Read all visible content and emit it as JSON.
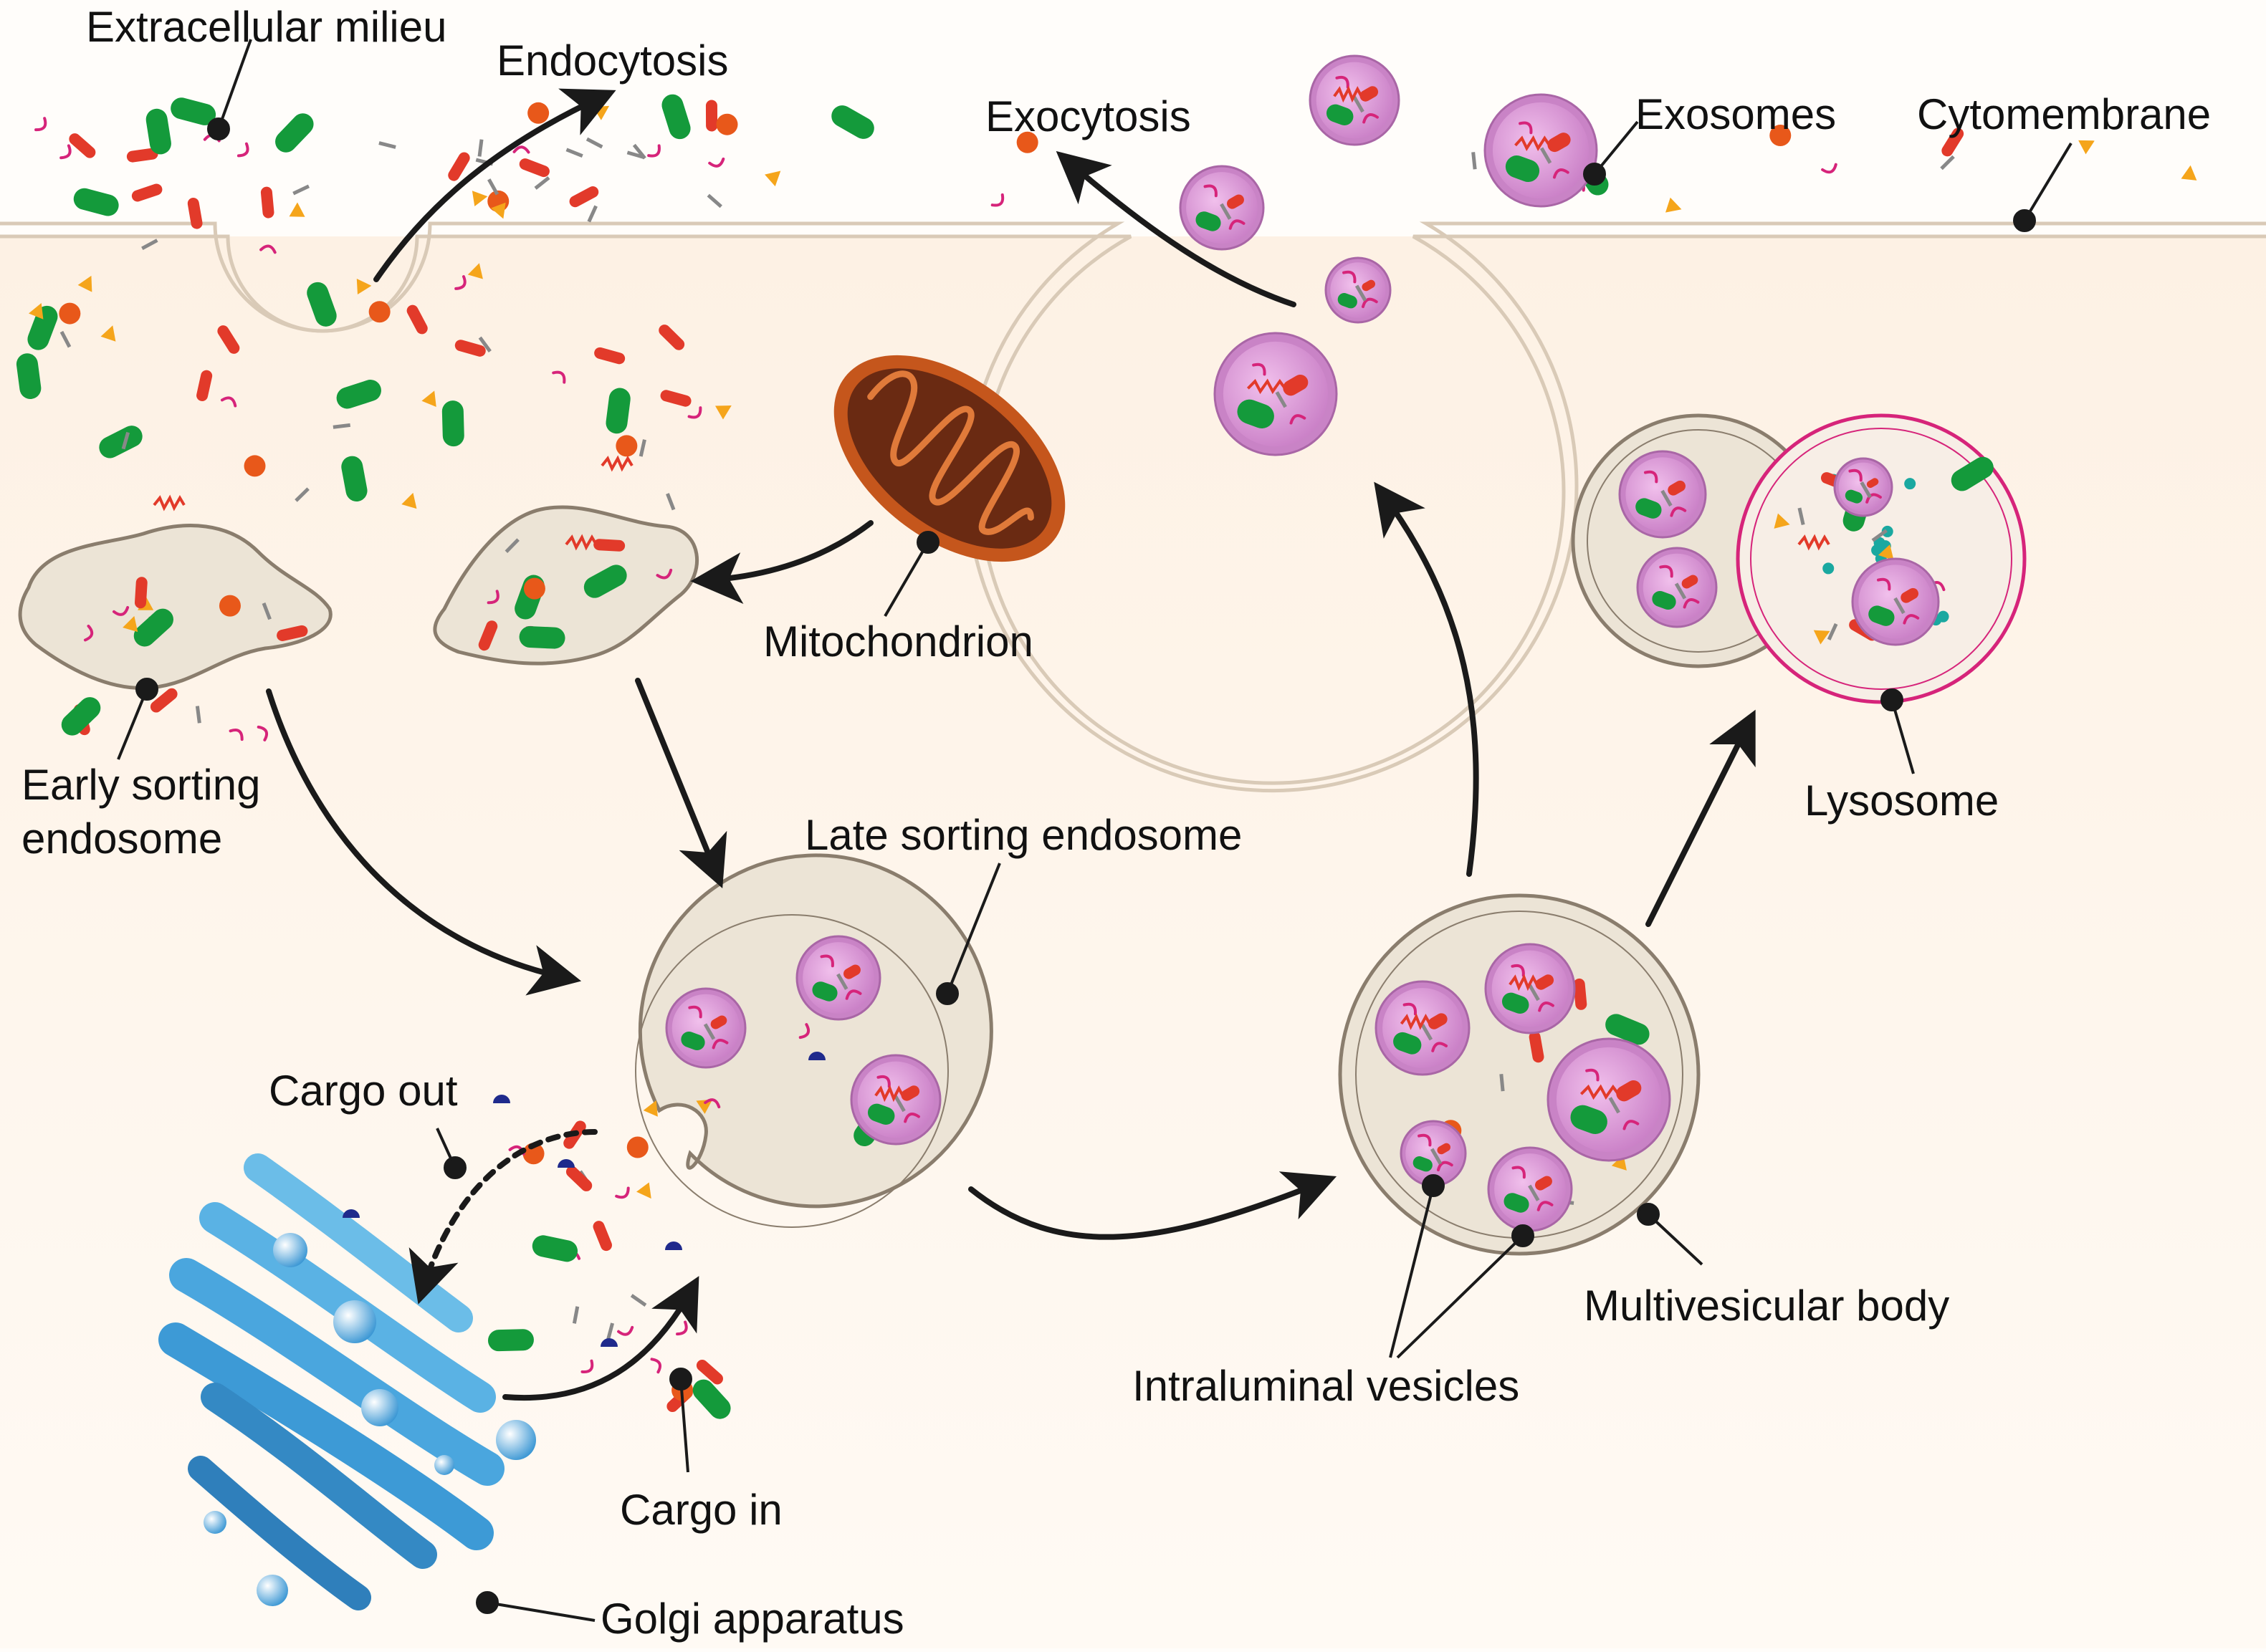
{
  "labels": {
    "extracellular_milieu": "Extracellular milieu",
    "endocytosis": "Endocytosis",
    "exocytosis": "Exocytosis",
    "exosomes": "Exosomes",
    "cytomembrane": "Cytomembrane",
    "mitochondrion": "Mitochondrion",
    "early_sorting_endosome": "Early sorting\nendosome",
    "late_sorting_endosome": "Late sorting endosome",
    "lysosome": "Lysosome",
    "cargo_out": "Cargo out",
    "cargo_in": "Cargo in",
    "multivesicular_body": "Multivesicular body",
    "intraluminal_vesicles": "Intraluminal vesicles",
    "golgi_apparatus": "Golgi apparatus"
  },
  "colors": {
    "background": "#fffdfa",
    "cytoplasm": "#fdf1e4",
    "membrane": "#e8dccd",
    "endosome_fill": "#ece4d6",
    "endosome_stroke": "#8a7d6d",
    "vesicle_fill": "#c983c6",
    "vesicle_inner": "#e2a6dd",
    "lysosome_stroke": "#d6247a",
    "mitochondrion_outer": "#c5561c",
    "mitochondrion_inner": "#6a2a12",
    "golgi": "#3d9ad6",
    "cargo_green": "#149a3b",
    "cargo_red": "#e23a2a",
    "cargo_orange": "#f5a51b",
    "cargo_magenta": "#d6247a",
    "cargo_blue": "#1f2a8c",
    "arrow": "#1a1a1a"
  },
  "icons": [
    "mitochondrion-icon",
    "golgi-apparatus-icon",
    "vesicle-icon",
    "endosome-icon",
    "lysosome-icon",
    "arrow-icon"
  ]
}
